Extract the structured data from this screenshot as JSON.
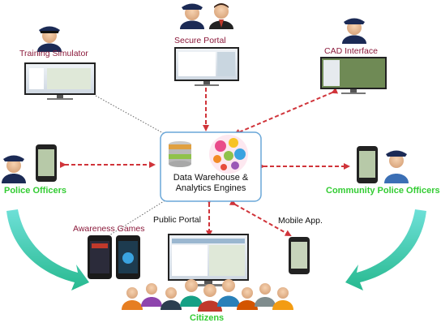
{
  "nodes": {
    "training_simulator": "Training Simulator",
    "secure_portal": "Secure Portal",
    "cad_interface": "CAD Interface",
    "police_officers": "Police Officers",
    "community_police_officers": "Community Police Officers",
    "awareness_games": "Awareness Games",
    "public_portal": "Public Portal",
    "mobile_app": "Mobile App.",
    "citizens": "Citizens"
  },
  "center": {
    "line1": "Data Warehouse &",
    "line2": "Analytics Engines"
  },
  "colors": {
    "arrow_red": "#d0343a",
    "label_red": "#8b1a3b",
    "label_green": "#33cc33",
    "flow_green": "#2fc7a0",
    "uniform": "#1b2a55"
  }
}
